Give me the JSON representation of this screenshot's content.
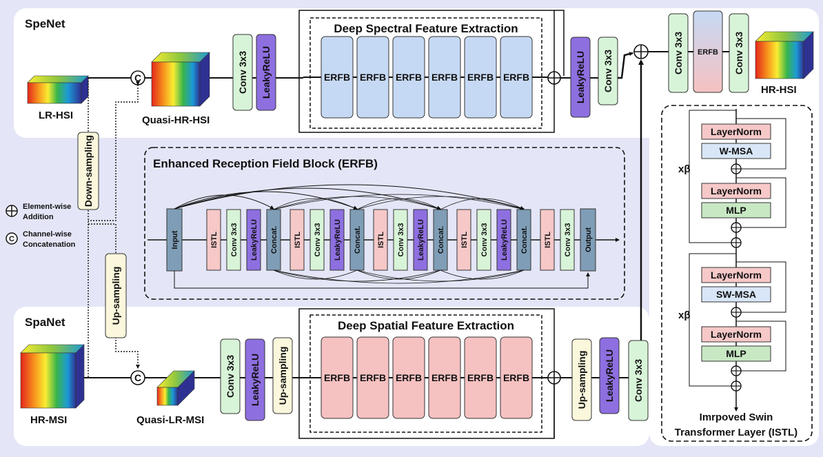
{
  "colors": {
    "background_panel": "#e4e6f7",
    "conv": "#d8f4d8",
    "leaky": "#8e6fe0",
    "erfb_blue": "#c6d9f4",
    "erfb_pink": "#f6c1c1",
    "upsampling": "#fbf7dc",
    "input_block": "#7f9db6",
    "layernorm": "#f6c8c8",
    "msa": "#d8e6f7",
    "mlp": "#c8e8c4"
  },
  "spenet": {
    "title": "SpeNet",
    "input_label": "LR-HSI",
    "quasi_label": "Quasi-HR-HSI",
    "conv": "Conv 3x3",
    "leaky": "LeakyReLU",
    "deep_title": "Deep Spectral Feature Extraction",
    "erfb_blocks": [
      "ERFB",
      "ERFB",
      "ERFB",
      "ERFB",
      "ERFB",
      "ERFB"
    ],
    "post_leaky": "LeakyReLU",
    "post_conv": "Conv 3x3"
  },
  "output": {
    "conv_a": "Conv 3x3",
    "erfb": "ERFB",
    "conv_b": "Conv 3x3",
    "label": "HR-HSI"
  },
  "erfb_detail": {
    "title": "Enhanced Reception Field Block (ERFB)",
    "blocks": [
      "Input",
      "ISTL",
      "Conv 3x3",
      "LeakyReLU",
      "Concat.",
      "ISTL",
      "Conv 3x3",
      "LeakyReLU",
      "Concat.",
      "ISTL",
      "Conv 3x3",
      "LeakyReLU",
      "Concat.",
      "ISTL",
      "Conv 3x3",
      "LeakyReLU",
      "Concat.",
      "ISTL",
      "Conv 3x3",
      "Output"
    ]
  },
  "side": {
    "down_sampling": "Down-sampling",
    "up_sampling": "Up-sampling"
  },
  "legend": {
    "add_line1": "Element-wise",
    "add_line2": "Addition",
    "concat_line1": "Channel-wise",
    "concat_line2": "Concatenation",
    "concat_symbol": "C"
  },
  "spanet": {
    "title": "SpaNet",
    "input_label": "HR-MSI",
    "quasi_label": "Quasi-LR-MSI",
    "conv": "Conv 3x3",
    "leaky": "LeakyReLU",
    "upsampling": "Up-sampling",
    "deep_title": "Deep Spatial Feature Extraction",
    "erfb_blocks": [
      "ERFB",
      "ERFB",
      "ERFB",
      "ERFB",
      "ERFB",
      "ERFB"
    ],
    "post_upsampling": "Up-sampling",
    "post_leaky": "LeakyReLU",
    "post_conv": "Conv 3x3"
  },
  "istl": {
    "group1": [
      "LayerNorm",
      "W-MSA",
      "LayerNorm",
      "MLP"
    ],
    "group2": [
      "LayerNorm",
      "SW-MSA",
      "LayerNorm",
      "MLP"
    ],
    "repeat_label": "xβ",
    "title_line1": "Imrpoved Swin",
    "title_line2": "Transformer Layer (ISTL)"
  }
}
